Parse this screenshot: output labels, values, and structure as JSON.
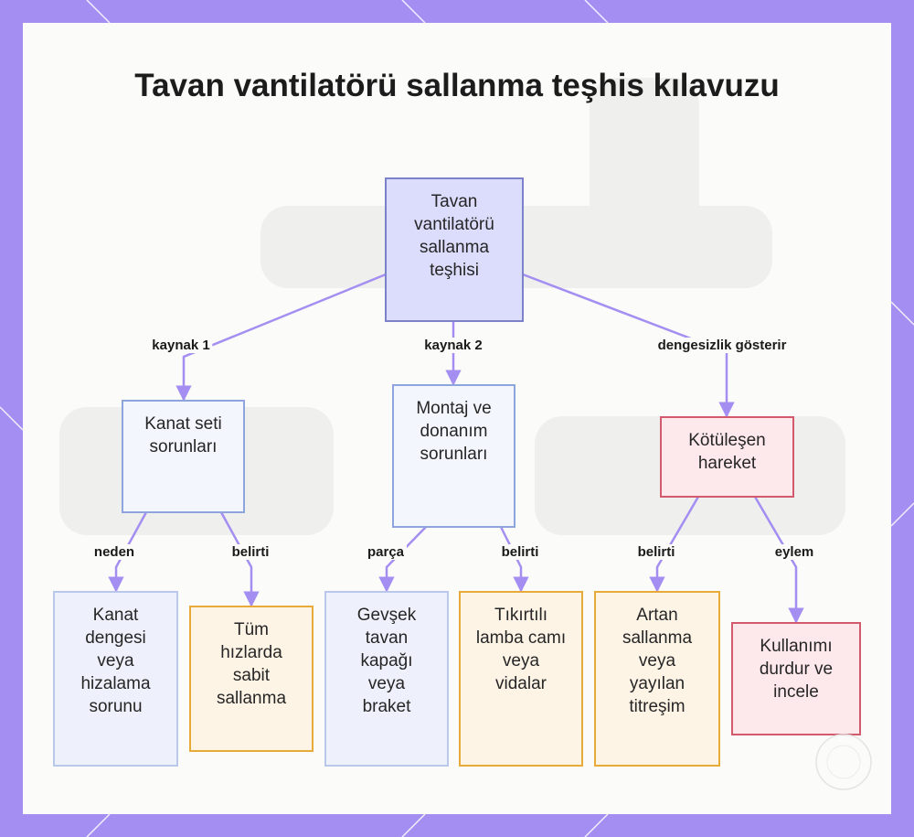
{
  "title": "Tavan vantilatörü sallanma teşhis kılavuzu",
  "colors": {
    "frame": "#a48ef2",
    "root": "#dcdcfd",
    "cause": "#f4f6fd",
    "symptom": "#fdf4e6",
    "action": "#fde9ec",
    "edge": "#a48ef2"
  },
  "nodes": {
    "root": "Tavan vantilatörü sallanma teşhisi",
    "blade": "Kanat seti sorunları",
    "mount": "Montaj ve donanım sorunları",
    "worse": "Kötüleşen hareket",
    "balance": "Kanat dengesi veya hizalama sorunu",
    "constant": "Tüm hızlarda sabit sallanma",
    "loose": "Gevşek tavan kapağı veya braket",
    "rattle": "Tıkırtılı lamba camı veya vidalar",
    "increasing": "Artan sallanma veya yayılan titreşim",
    "stop": "Kullanımı durdur ve incele"
  },
  "edge_labels": {
    "root_blade": "kaynak 1",
    "root_mount": "kaynak 2",
    "root_worse": "dengesizlik gösterir",
    "blade_balance": "neden",
    "blade_constant": "belirti",
    "mount_loose": "parça",
    "mount_rattle": "belirti",
    "worse_increasing": "belirti",
    "worse_stop": "eylem"
  }
}
